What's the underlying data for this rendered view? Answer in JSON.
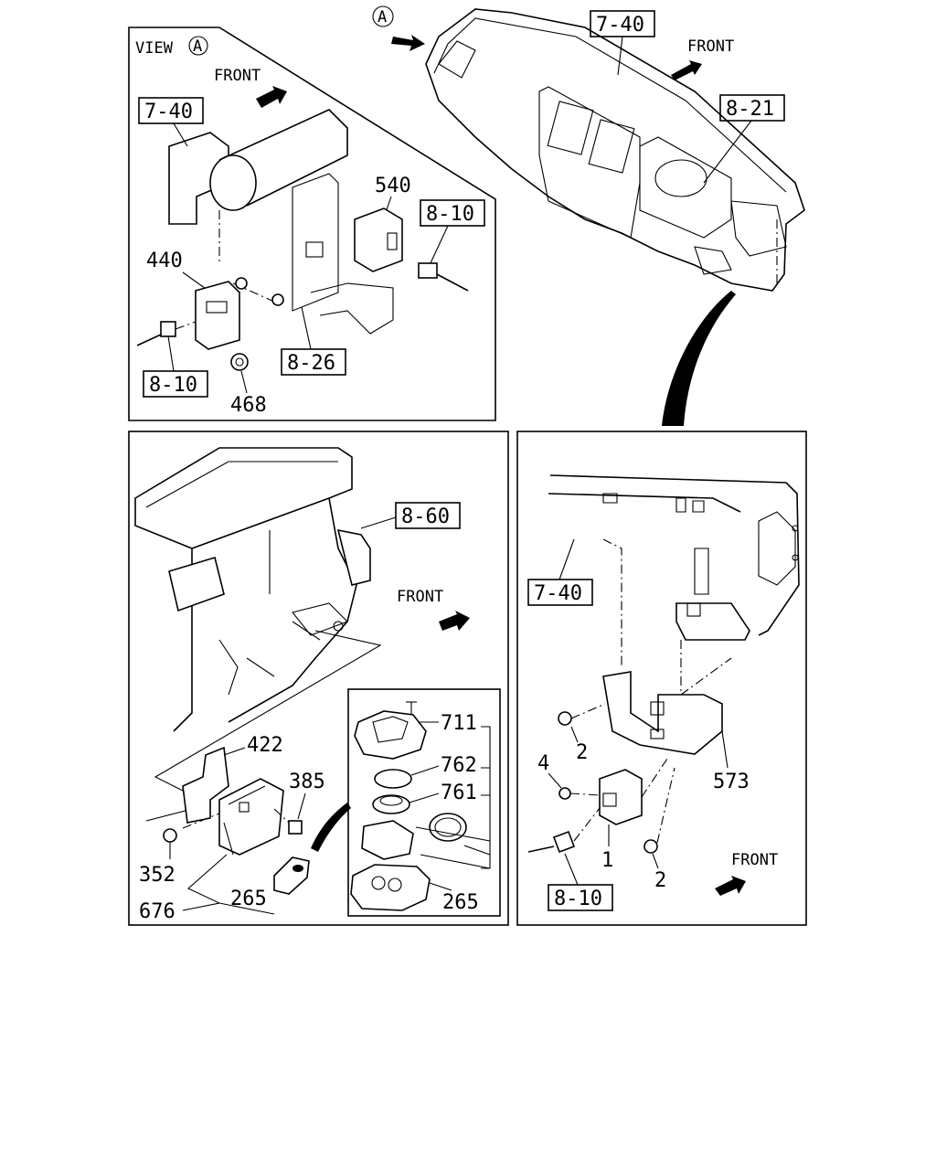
{
  "top_view": {
    "view_marker": "A",
    "front_label": "FRONT",
    "ref_7_40": "7-40",
    "ref_8_21": "8-21"
  },
  "view_a_panel": {
    "title": "VIEW",
    "title_marker": "A",
    "front_label": "FRONT",
    "ref_7_40": "7-40",
    "ref_8_10_upper": "8-10",
    "ref_8_10_lower": "8-10",
    "ref_8_26": "8-26",
    "part_540": "540",
    "part_440": "440",
    "part_468": "468"
  },
  "heater_panel": {
    "front_label": "FRONT",
    "ref_8_60": "8-60",
    "part_422": "422",
    "part_385": "385",
    "part_352": "352",
    "part_676": "676",
    "part_265": "265"
  },
  "fob_detail": {
    "part_711": "711",
    "part_762": "762",
    "part_761": "761",
    "part_265": "265"
  },
  "bracket_panel": {
    "front_label": "FRONT",
    "ref_7_40": "7-40",
    "ref_8_10": "8-10",
    "part_2_upper": "2",
    "part_2_lower": "2",
    "part_4": "4",
    "part_1": "1",
    "part_573": "573"
  }
}
